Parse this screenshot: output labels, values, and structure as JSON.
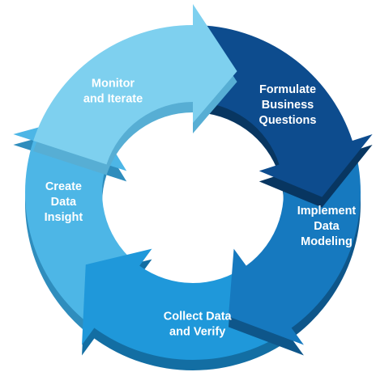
{
  "diagram": {
    "segments": [
      {
        "id": "formulate",
        "lines": [
          "Formulate",
          "Business",
          "Questions"
        ],
        "color": "#0d4c8e",
        "side": "#083661"
      },
      {
        "id": "implement",
        "lines": [
          "Implement",
          "Data",
          "Modeling"
        ],
        "color": "#1679bf",
        "side": "#0e568a"
      },
      {
        "id": "collect",
        "lines": [
          "Collect Data",
          "and Verify"
        ],
        "color": "#1f98da",
        "side": "#136ea3"
      },
      {
        "id": "create",
        "lines": [
          "Create",
          "Data",
          "Insight"
        ],
        "color": "#4db6e6",
        "side": "#2f8dbd"
      },
      {
        "id": "monitor",
        "lines": [
          "Monitor",
          "and Iterate"
        ],
        "color": "#7ed0ef",
        "side": "#57aed4"
      }
    ]
  }
}
